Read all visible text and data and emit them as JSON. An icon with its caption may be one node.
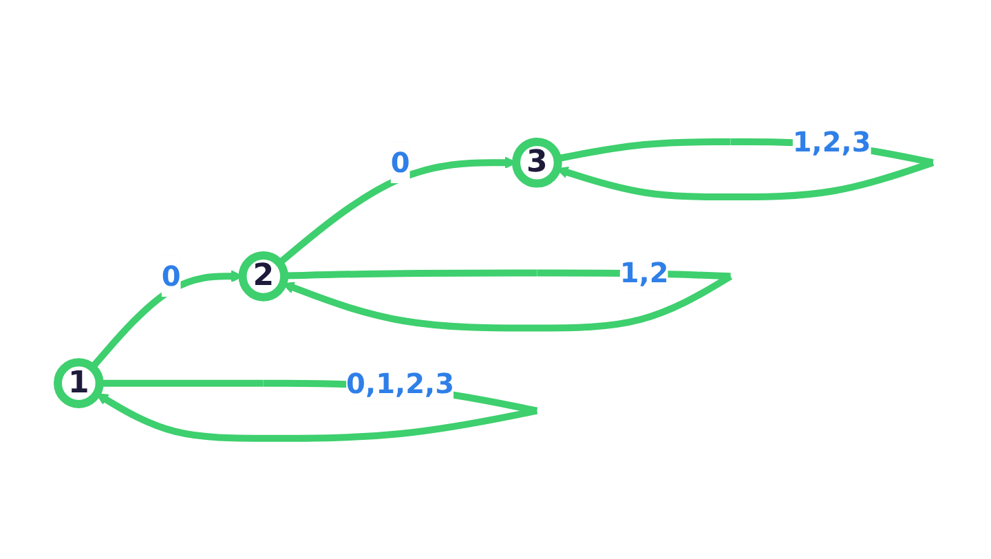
{
  "diagram": {
    "nodes": [
      {
        "text": [
          "1"
        ]
      },
      {
        "text": [
          "2"
        ]
      },
      {
        "text": [
          "3"
        ]
      }
    ],
    "edges": [
      {
        "from": 0,
        "to": 1,
        "arrow": "to",
        "label": "0"
      },
      {
        "from": 1,
        "to": 2,
        "arrow": "to",
        "label": "0"
      },
      {
        "from": 0,
        "to": 0,
        "arrow": "to",
        "label": "0,1,2,3"
      },
      {
        "from": 1,
        "to": 1,
        "arrow": "to",
        "label": "1,2"
      },
      {
        "from": 2,
        "to": 2,
        "arrow": "to",
        "label": "1,2,3"
      }
    ]
  }
}
